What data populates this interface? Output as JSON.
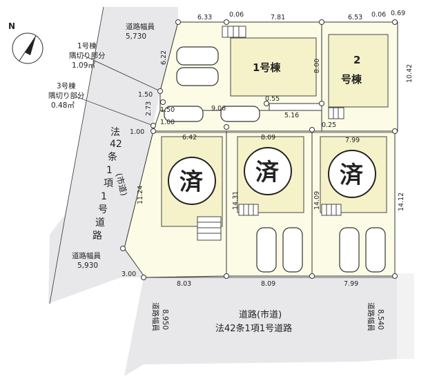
{
  "top_road_width": {
    "label": "道路幅員",
    "value": "5,730"
  },
  "left_road_label": [
    "法",
    "42",
    "条",
    "1",
    "項",
    "1",
    "号",
    "道",
    "路"
  ],
  "left_road_note": "(市道)",
  "left_road_width": {
    "label": "道路幅員",
    "value": "5,930"
  },
  "bottom_road": {
    "line1": "道路(市道)",
    "line2": "法42条1項1号道路"
  },
  "bottom_left_width": {
    "label": "道路幅員",
    "value": "8,950"
  },
  "bottom_right_width": {
    "label": "道路幅員",
    "value": "8,540"
  },
  "corner_cut_1": {
    "label1": "1号棟",
    "label2": "隅切り部分",
    "area": "1.09㎡"
  },
  "corner_cut_3": {
    "label1": "3号棟",
    "label2": "隅切り部分",
    "area": "0.48㎡"
  },
  "buildings": {
    "b1": "1号棟",
    "b2_num": "2",
    "b2_suffix": "号棟"
  },
  "sold_marks": [
    "済",
    "済",
    "済"
  ],
  "dims": {
    "top": [
      "6.33",
      "0.06",
      "7.81",
      "6.53",
      "0.06",
      "0.69"
    ],
    "d622": "6.22",
    "d800": "8.00",
    "d1042": "10.42",
    "d150a": "1.50",
    "d055": "0.55",
    "d273": "2.73",
    "d150b": "1.50",
    "d906": "9.06",
    "d516": "5.16",
    "d100a": "1.00",
    "d100b": "1.00",
    "d025": "0.25",
    "d642": "6.42",
    "d809a": "8.09",
    "d799a": "7.99",
    "d1124": "11.24",
    "d1431": "14.31",
    "d1409": "14.09",
    "d1412": "14.12",
    "d300": "3.00",
    "bottom": [
      "8.03",
      "8.09",
      "7.99"
    ]
  }
}
